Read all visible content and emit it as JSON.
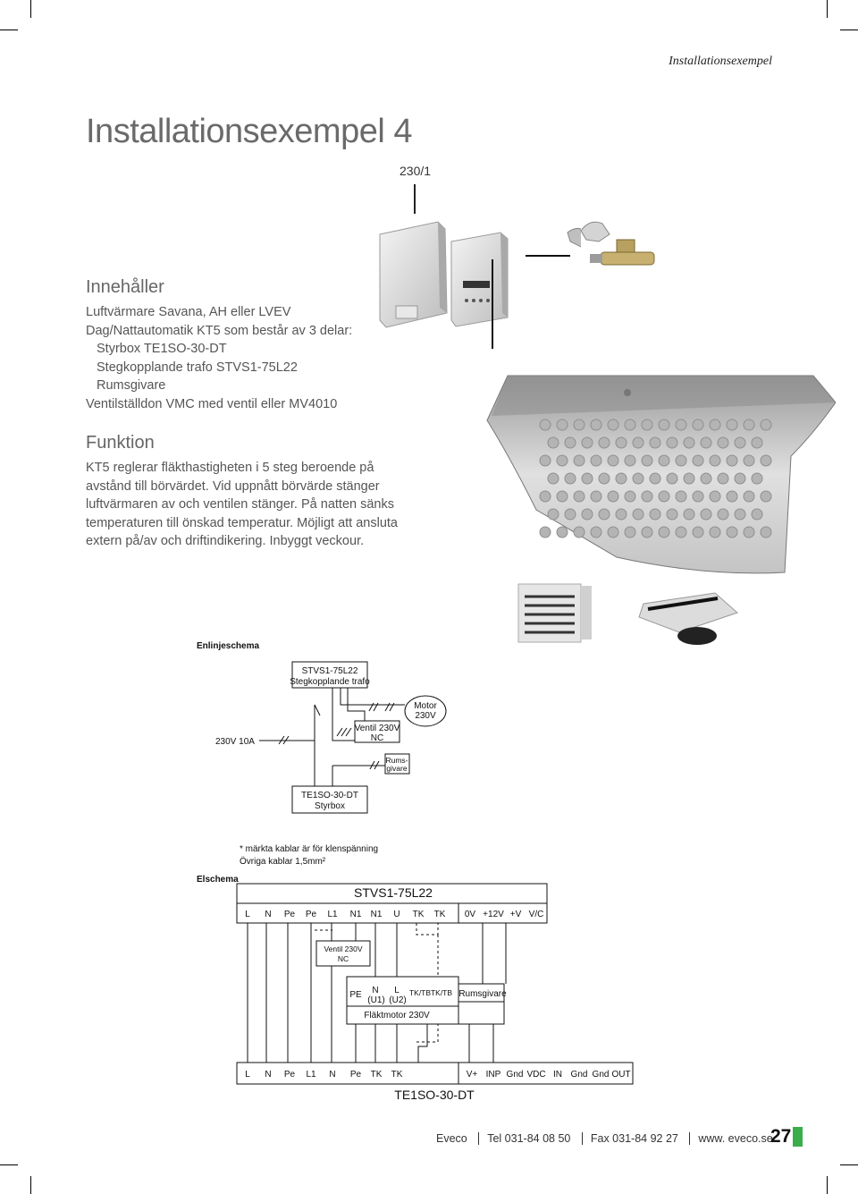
{
  "header": {
    "section": "Installationsexempel"
  },
  "title": "Installationsexempel 4",
  "feed_label": "230/1",
  "contents": {
    "heading": "Innehåller",
    "items": [
      "Luftvärmare Savana, AH eller LVEV",
      "Dag/Nattautomatik KT5 som består av 3 delar:",
      "Styrbox TE1SO-30-DT",
      "Stegkopplande trafo STVS1-75L22",
      "Rumsgivare",
      "Ventilställdon VMC med ventil eller MV4010"
    ]
  },
  "function": {
    "heading": "Funktion",
    "lines": [
      "KT5 reglerar fläkthastigheten i 5 steg beroende på",
      "avstånd till börvärdet. Vid uppnått börvärde stänger",
      "luftvärmaren av och ventilen stänger. På natten sänks",
      "temperaturen till önskad temperatur. Möjligt att ansluta",
      "extern på/av och driftindikering. Inbyggt veckour."
    ]
  },
  "single_line": {
    "label": "Enlinjeschema",
    "trafo_1": "STVS1-75L22",
    "trafo_2": "Stegkopplande trafo",
    "supply": "230V 10A",
    "valve_1": "Ventil 230V",
    "valve_2": "NC",
    "motor_1": "Motor",
    "motor_2": "230V",
    "sensor_1": "Rums-",
    "sensor_2": "givare",
    "ctrl_1": "TE1SO-30-DT",
    "ctrl_2": "Styrbox"
  },
  "notes": {
    "line1": "* märkta kablar är för klenspänning",
    "line2": "Övriga kablar 1,5mm²"
  },
  "el": {
    "label": "Elschema",
    "top_title": "STVS1-75L22",
    "top_terminals": [
      "L",
      "N",
      "Pe",
      "Pe",
      "L1",
      "N1",
      "N1",
      "U",
      "TK",
      "TK"
    ],
    "top_terminals_b": [
      "0V",
      "+12V",
      "+V",
      "V/C"
    ],
    "valve_1": "Ventil 230V",
    "valve_2": "NC",
    "motor_pe": "PE",
    "motor_n": "N",
    "motor_u1": "(U1)",
    "motor_l": "L",
    "motor_u2": "(U2)",
    "motor_tk1": "TK/TB",
    "motor_tk2": "TK/TB",
    "motor_title": "Fläktmotor 230V",
    "sensor": "Rumsgivare",
    "bottom_terminals": [
      "L",
      "N",
      "Pe",
      "L1",
      "N",
      "Pe",
      "TK",
      "TK"
    ],
    "bottom_terminals_b": [
      "V+",
      "INP",
      "Gnd",
      "VDC",
      "IN",
      "Gnd",
      "Gnd",
      "OUT"
    ],
    "bottom_title": "TE1SO-30-DT"
  },
  "footer": {
    "company": "Eveco",
    "tel": "Tel 031-84 08 50",
    "fax": "Fax 031-84 92 27",
    "web": "www. eveco.se",
    "page": "27"
  },
  "colors": {
    "accent": "#3aae49",
    "text": "#555555"
  }
}
